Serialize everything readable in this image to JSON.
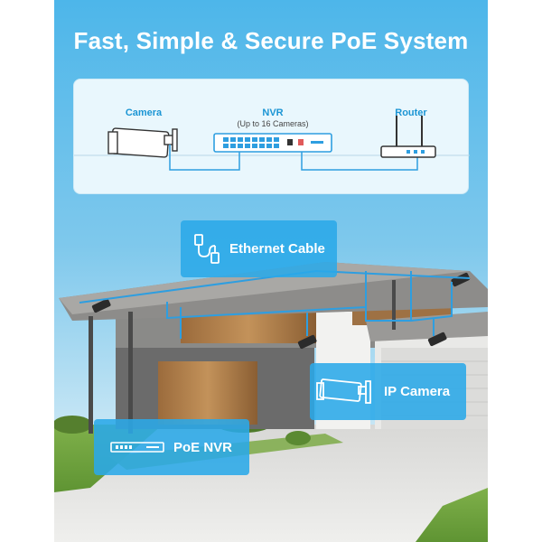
{
  "headline": "Fast, Simple & Secure PoE System",
  "diagram": {
    "camera_label": "Camera",
    "nvr_label": "NVR",
    "nvr_sublabel": "(Up to 16 Cameras)",
    "router_label": "Router"
  },
  "callouts": {
    "ethernet": "Ethernet Cable",
    "ip_camera": "IP Camera",
    "poe_nvr": "PoE NVR"
  },
  "colors": {
    "accent": "#2aa8e8",
    "label_blue": "#1b95d4",
    "sky": "#7fc6ea",
    "cable": "#2e9ee0"
  },
  "icons": {
    "camera": "bullet-camera-icon",
    "nvr": "nvr-device-icon",
    "router": "router-icon",
    "ethernet": "ethernet-plug-icon"
  }
}
